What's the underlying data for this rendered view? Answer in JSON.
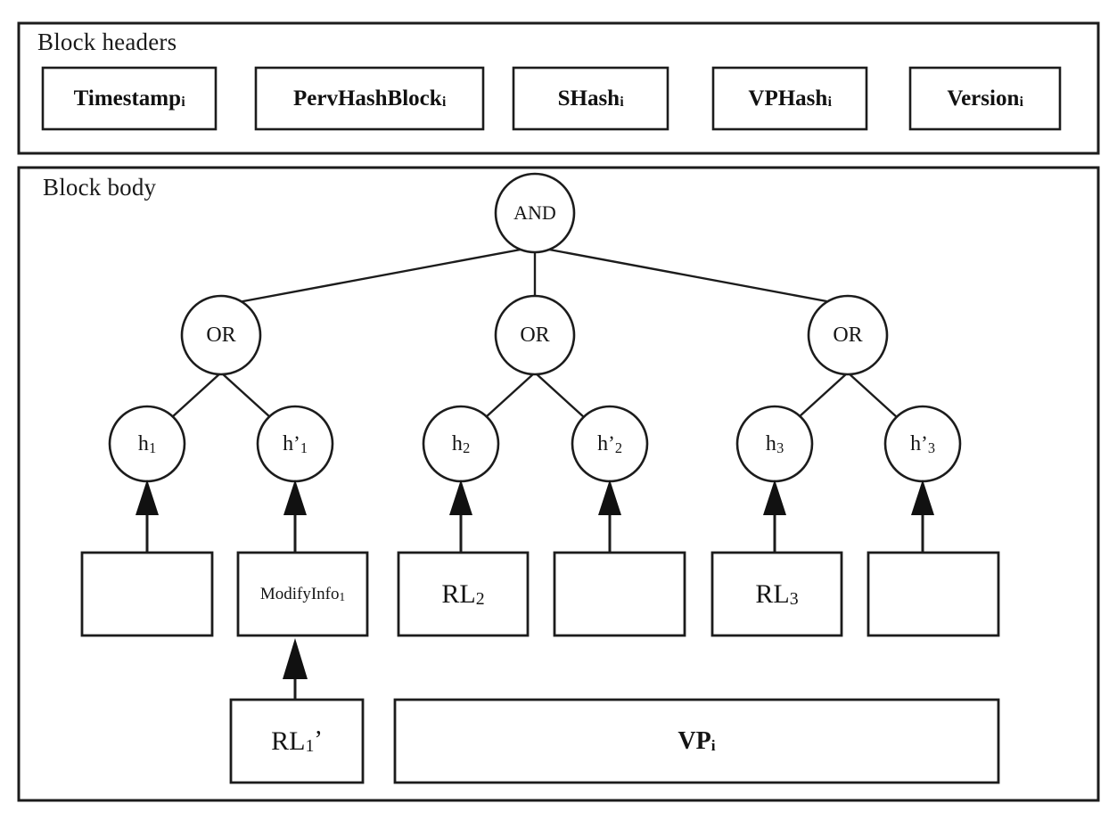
{
  "figure": {
    "kind": "block-structure-diagram",
    "stroke_color": "#1c1c1c",
    "background_color": "#ffffff"
  },
  "header_panel": {
    "title": "Block headers",
    "fields": [
      {
        "label": "Timestamp",
        "subscript": "i"
      },
      {
        "label": "PervHashBlock",
        "subscript": "i"
      },
      {
        "label": "SHash",
        "subscript": "i"
      },
      {
        "label": "VPHash",
        "subscript": "i"
      },
      {
        "label": "Version",
        "subscript": "i"
      }
    ]
  },
  "body_panel": {
    "title": "Block body",
    "root": {
      "label": "AND"
    },
    "or_nodes": [
      {
        "label": "OR"
      },
      {
        "label": "OR"
      },
      {
        "label": "OR"
      }
    ],
    "hash_nodes": [
      {
        "base": "h",
        "prime": "",
        "subscript": "1"
      },
      {
        "base": "h",
        "prime": "’",
        "subscript": "1"
      },
      {
        "base": "h",
        "prime": "",
        "subscript": "2"
      },
      {
        "base": "h",
        "prime": "’",
        "subscript": "2"
      },
      {
        "base": "h",
        "prime": "",
        "subscript": "3"
      },
      {
        "base": "h",
        "prime": "",
        "subscript": "3",
        "prime_before": "’"
      }
    ],
    "data_boxes": [
      {
        "label": "",
        "subscript": ""
      },
      {
        "label": "ModifyInfo",
        "subscript": "1"
      },
      {
        "label": "RL",
        "subscript": "2"
      },
      {
        "label": "",
        "subscript": ""
      },
      {
        "label": "RL",
        "subscript": "3"
      },
      {
        "label": "",
        "subscript": ""
      }
    ],
    "bottom_boxes": [
      {
        "label": "RL",
        "subscript": "1",
        "suffix": "’"
      },
      {
        "label": "VP",
        "subscript": "i",
        "suffix": ""
      }
    ]
  }
}
